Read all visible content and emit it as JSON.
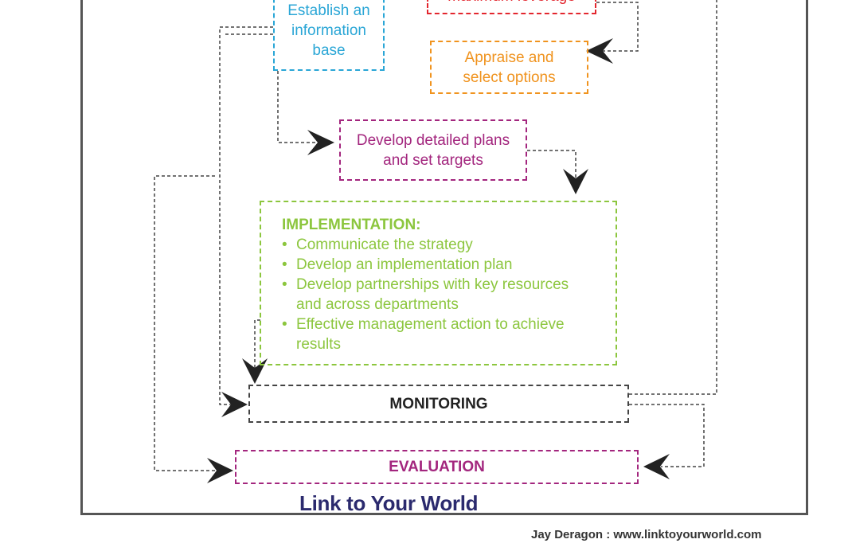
{
  "colors": {
    "frame": "#555555",
    "connector": "#444444",
    "arrowhead": "#222222",
    "info_base": "#2aa6d6",
    "leverage": "#e3262e",
    "options": "#f0931e",
    "plans": "#a3267e",
    "implementation": "#8cc63e",
    "monitoring": "#222222",
    "evaluation": "#a3267e",
    "brand": "#2b2a6e"
  },
  "boxes": {
    "info_base": "Establish an\ninformation\nbase",
    "leverage": "maximum leverage",
    "options": "Appraise and\nselect options",
    "plans": "Develop detailed plans\nand set targets",
    "monitoring": "MONITORING",
    "evaluation": "EVALUATION"
  },
  "implementation": {
    "heading": "IMPLEMENTATION:",
    "items": [
      "Communicate the strategy",
      "Develop an implementation plan",
      "Develop partnerships with key resources\nand across departments",
      "Effective management action to achieve\nresults"
    ]
  },
  "brand": "Link to Your World",
  "credit": "Jay Deragon : www.linktoyourworld.com"
}
